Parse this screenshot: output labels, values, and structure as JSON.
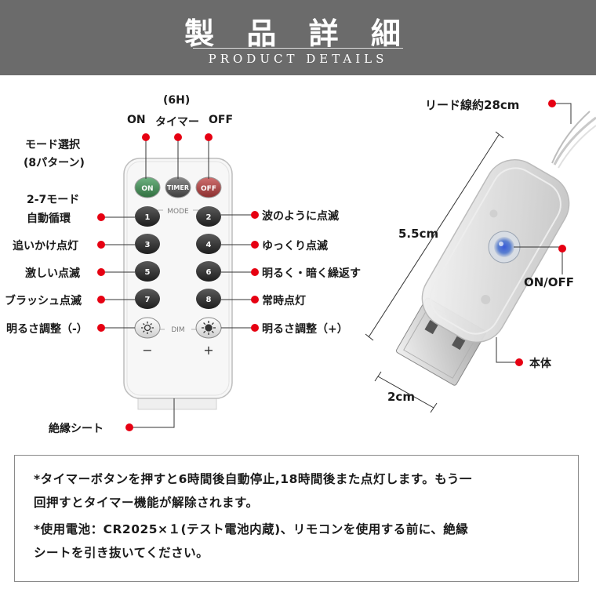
{
  "header": {
    "title": "製 品 詳 細",
    "subtitle": "PRODUCT DETAILS"
  },
  "remote": {
    "top_labels": {
      "timer_hours": "(6H)",
      "on": "ON",
      "timer": "タイマー",
      "off": "OFF"
    },
    "buttons": {
      "on": "ON",
      "timer": "TIMER",
      "off": "OFF",
      "mode_caption": "MODE",
      "dim_caption": "DIM",
      "minus": "−",
      "plus": "+",
      "numbers": [
        "1",
        "2",
        "3",
        "4",
        "5",
        "6",
        "7",
        "8"
      ]
    },
    "left_labels": {
      "mode_select_1": "モード選択",
      "mode_select_2": "(8パターン)",
      "auto_cycle_1": "2-7モード",
      "auto_cycle_2": "自動循環",
      "chase_blink": "追いかけ点灯",
      "intense_blink": "激しい点滅",
      "brush_blink": "ブラッシュ点滅",
      "dim_minus": "明るさ調整（-）"
    },
    "right_labels": {
      "wave_blink": "波のように点滅",
      "slow_blink": "ゆっくり点滅",
      "fade_repeat": "明るく・暗く繰返す",
      "steady_on": "常時点灯",
      "dim_plus": "明るさ調整（+）"
    },
    "insulation_sheet": "絶縁シート"
  },
  "usb": {
    "lead_wire": "リード線約28cm",
    "length": "5.5cm",
    "switch": "ON/OFF",
    "body": "本体",
    "width": "2cm"
  },
  "notes": {
    "line1": "*タイマーボタンを押すと6時間後自動停止,18時間後また点灯します。もう一",
    "line2": "回押すとタイマー機能が解除されます。",
    "line3": "*使用電池：CR2025×１(テスト電池内蔵)、リモコンを使用する前に、絶縁",
    "line4": "シートを引き抜いてください。"
  },
  "colors": {
    "header_bg": "#6b6b6b",
    "marker_red": "#e60012",
    "on_button": "#3a8a4e",
    "off_button": "#a63a3a",
    "number_button": "#2a2a2a"
  }
}
